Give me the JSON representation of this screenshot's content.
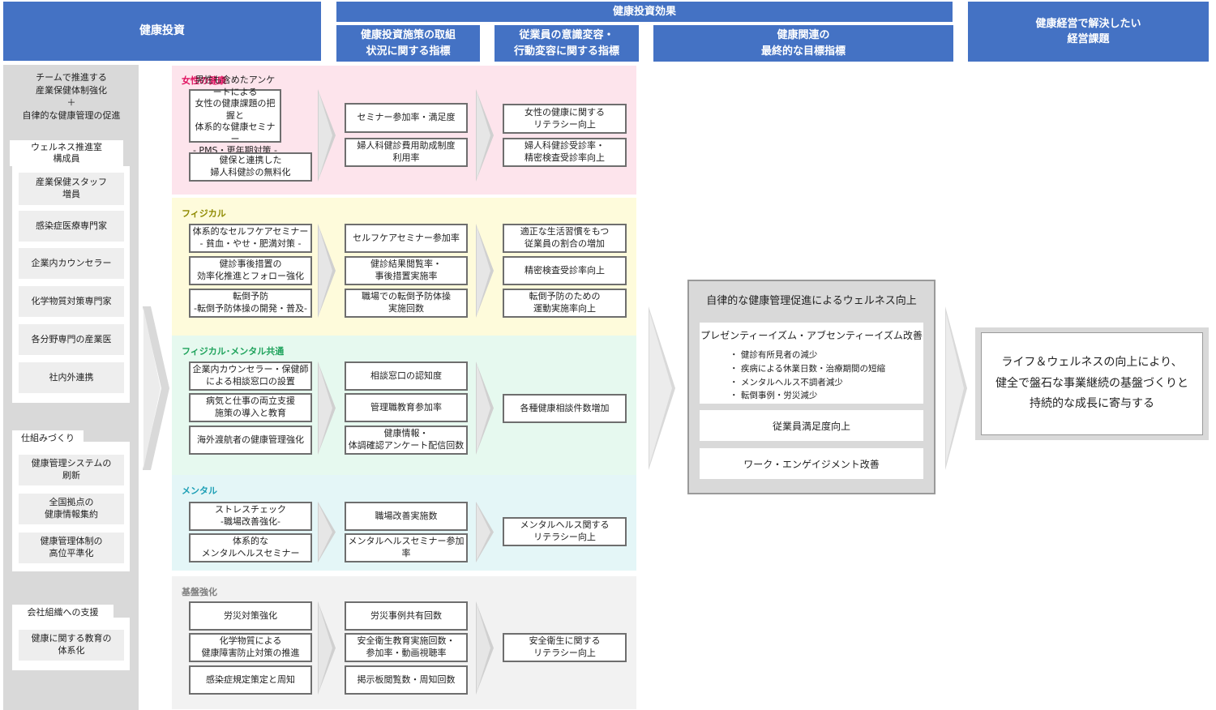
{
  "headers": {
    "investment": "健康投資",
    "effect": "健康投資効果",
    "col_initiatives": "健康投資施策の取組\n状況に関する指標",
    "col_awareness": "従業員の意識変容・\n行動変容に関する指標",
    "col_final": "健康関連の\n最終的な目標指標",
    "issues": "健康経営で解決したい\n経営課題"
  },
  "left": {
    "intro": "チームで推進する\n産業保健体制強化\n＋\n自律的な健康管理の促進",
    "group1_title": "ウェルネス推進室\n構成員",
    "group1_items": [
      "産業保健スタッフ\n増員",
      "感染症医療専門家",
      "企業内カウンセラー",
      "化学物質対策専門家",
      "各分野専門の産業医",
      "社内外連携"
    ],
    "group2_title": "仕組みづくり",
    "group2_items": [
      "健康管理システムの\n刷新",
      "全国拠点の\n健康情報集約",
      "健康管理体制の\n高位平準化"
    ],
    "group3_title": "会社組織への支援",
    "group3_items": [
      "健康に関する教育の\n体系化"
    ]
  },
  "sections": {
    "women": {
      "title": "女性の健康",
      "measures": [
        "男性も含めたアンケートによる\n女性の健康課題の把握と\n体系的な健康セミナー\n- PMS・更年期対策 -",
        "健保と連携した\n婦人科健診の無料化"
      ],
      "initiative_kpis": [
        "セミナー参加率・満足度",
        "婦人科健診費用助成制度\n利用率"
      ],
      "behavior_kpis": [
        "女性の健康に関する\nリテラシー向上",
        "婦人科健診受診率・\n精密検査受診率向上"
      ]
    },
    "physical": {
      "title": "フィジカル",
      "measures": [
        "体系的なセルフケアセミナー\n- 貧血・やせ・肥満対策 -",
        "健診事後措置の\n効率化推進とフォロー強化",
        "転倒予防\n-転倒予防体操の開発・普及-"
      ],
      "initiative_kpis": [
        "セルフケアセミナー参加率",
        "健診結果閲覧率・\n事後措置実施率",
        "職場での転倒予防体操\n実施回数"
      ],
      "behavior_kpis": [
        "適正な生活習慣をもつ\n従業員の割合の増加",
        "精密検査受診率向上",
        "転倒予防のための\n運動実施率向上"
      ]
    },
    "common": {
      "title": "フィジカル･メンタル共通",
      "measures": [
        "企業内カウンセラー・保健師\nによる相談窓口の設置",
        "病気と仕事の両立支援\n施策の導入と教育",
        "海外渡航者の健康管理強化"
      ],
      "initiative_kpis": [
        "相談窓口の認知度",
        "管理職教育参加率",
        "健康情報・\n体調確認アンケート配信回数"
      ],
      "behavior_kpis": [
        "各種健康相談件数増加"
      ]
    },
    "mental": {
      "title": "メンタル",
      "measures": [
        "ストレスチェック\n-職場改善強化-",
        "体系的な\nメンタルヘルスセミナー"
      ],
      "initiative_kpis": [
        "職場改善実施数",
        "メンタルヘルスセミナー参加率"
      ],
      "behavior_kpis": [
        "メンタルヘルス関する\nリテラシー向上"
      ]
    },
    "foundation": {
      "title": "基盤強化",
      "measures": [
        "労災対策強化",
        "化学物質による\n健康障害防止対策の推進",
        "感染症規定策定と周知"
      ],
      "initiative_kpis": [
        "労災事例共有回数",
        "安全衛生教育実施回数・\n参加率・動画視聴率",
        "掲示板閲覧数・周知回数"
      ],
      "behavior_kpis": [
        "安全衛生に関する\nリテラシー向上"
      ]
    }
  },
  "final": {
    "title": "自律的な健康管理促進によるウェルネス向上",
    "presenteeism_title": "プレゼンティーイズム・アブセンティーイズム改善",
    "presenteeism_items": [
      "・ 健診有所見者の減少",
      "・ 疾病による休業日数・治療期間の短縮",
      "・ メンタルヘルス不調者減少",
      "・ 転倒事例・労災減少"
    ],
    "satisfaction": "従業員満足度向上",
    "engagement": "ワーク・エンゲイジメント改善"
  },
  "goal": "ライフ＆ウェルネスの向上により、\n健全で盤石な事業継続の基盤づくりと\n持続的な成長に寄与する",
  "colors": {
    "header": "#4472c4",
    "women": "#fde4ec",
    "women_title": "#e0115f",
    "physical": "#fefbdb",
    "physical_title": "#8f8a00",
    "common": "#e6f9ef",
    "common_title": "#1fa35c",
    "mental": "#e4f6f7",
    "mental_title": "#1d9fb5",
    "foundation": "#f2f2f2",
    "foundation_title": "#7f7f7f"
  }
}
